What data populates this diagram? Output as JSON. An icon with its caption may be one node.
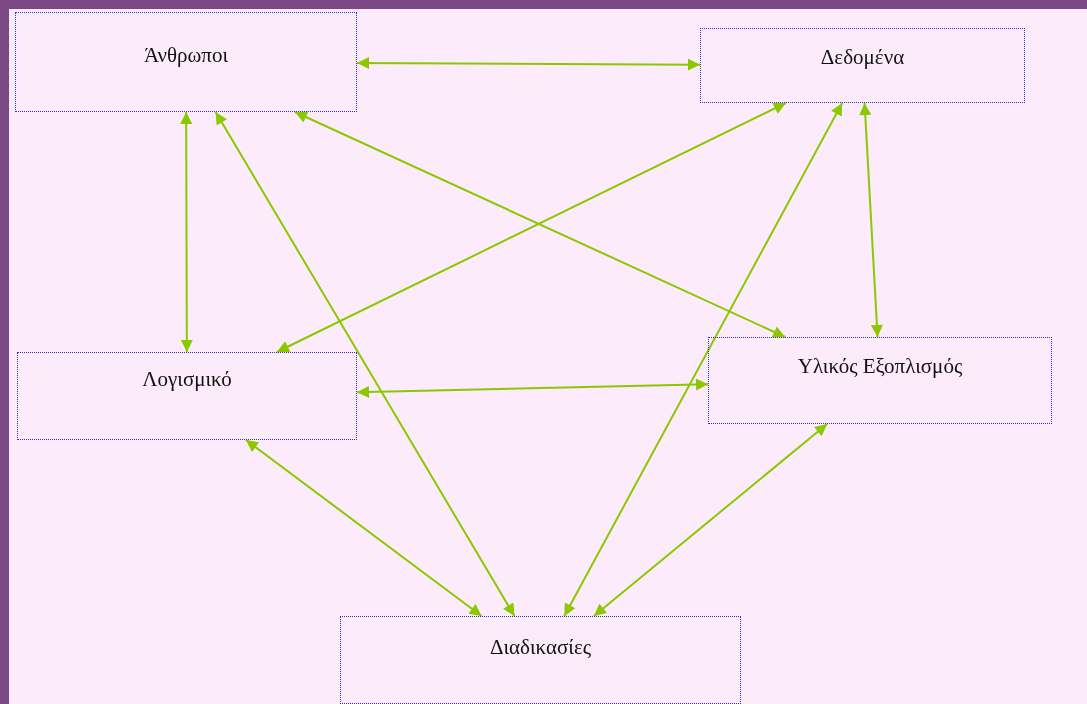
{
  "diagram": {
    "nodes": [
      {
        "text": [
          "Άνθρωποι"
        ]
      },
      {
        "text": [
          "Δεδομένα"
        ]
      },
      {
        "text": [
          "Λογισμικό"
        ]
      },
      {
        "text": [
          "Υλικός Εξοπλισμός"
        ]
      },
      {
        "text": [
          "Διαδικασίες"
        ]
      }
    ],
    "edges": [
      {
        "from": 0,
        "to": 1,
        "arrow": "both"
      },
      {
        "from": 0,
        "to": 2,
        "arrow": "both"
      },
      {
        "from": 0,
        "to": 3,
        "arrow": "both"
      },
      {
        "from": 0,
        "to": 4,
        "arrow": "both"
      },
      {
        "from": 1,
        "to": 2,
        "arrow": "both"
      },
      {
        "from": 1,
        "to": 4,
        "arrow": "both"
      },
      {
        "from": 1,
        "to": 3,
        "arrow": "both"
      },
      {
        "from": 2,
        "to": 3,
        "arrow": "both"
      },
      {
        "from": 2,
        "to": 4,
        "arrow": "both"
      },
      {
        "from": 3,
        "to": 4,
        "arrow": "both"
      }
    ]
  }
}
